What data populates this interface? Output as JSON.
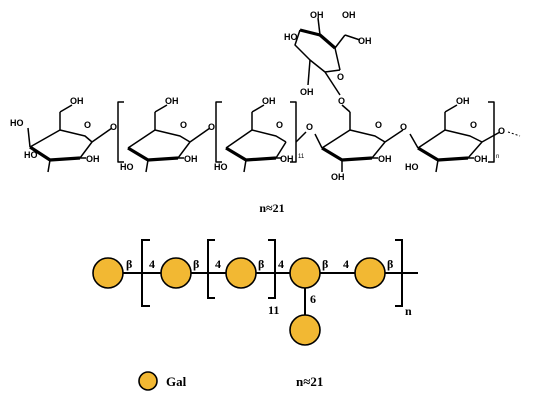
{
  "structure": {
    "atom_oh": "OH",
    "atom_ho": "HO",
    "atom_o": "O",
    "atom_o_dot": "O",
    "inner_repeat": "11",
    "outer_repeat": "n",
    "dp": "n≈21"
  },
  "symbol": {
    "beta": "β",
    "link4": "4",
    "link6": "6",
    "inner_repeat": "11",
    "outer_repeat": "n"
  },
  "legend": {
    "gal_label": "Gal",
    "gal_color": "#F2B833",
    "dp": "n≈21"
  }
}
